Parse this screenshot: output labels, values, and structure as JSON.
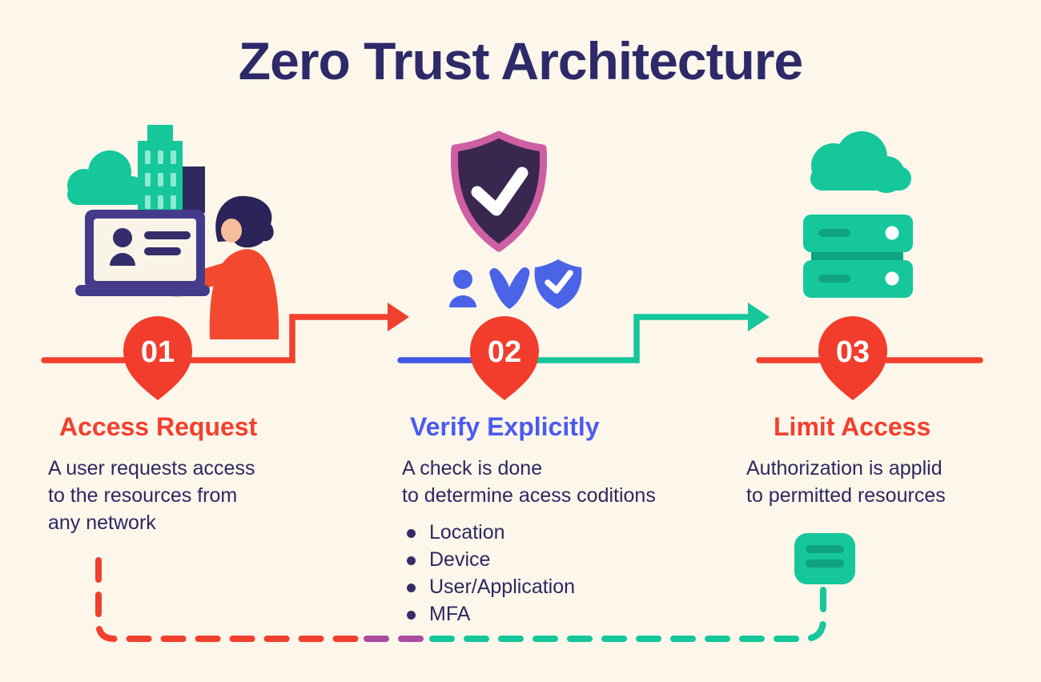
{
  "title": "Zero Trust Architecture",
  "steps": [
    {
      "number": "01",
      "title": "Access Request",
      "title_color": "#F2402E",
      "description_lines": [
        "A user requests access",
        "to the resources from",
        "any network"
      ]
    },
    {
      "number": "02",
      "title": "Verify Explicitly",
      "title_color": "#4A5BEE",
      "description_lines": [
        "A check is done",
        "to determine acess coditions"
      ],
      "bullets": [
        "Location",
        "Device",
        "User/Application",
        "MFA"
      ]
    },
    {
      "number": "03",
      "title": "Limit Access",
      "title_color": "#F2402E",
      "description_lines": [
        "Authorization is applid",
        "to permitted resources"
      ]
    }
  ],
  "icons": {
    "step1": [
      "cloud-icon",
      "building-icon",
      "laptop-icon",
      "id-card-icon",
      "person-illustration"
    ],
    "step2": [
      "shield-check-icon",
      "user-icon",
      "v-badge-icon",
      "shield-verified-icon"
    ],
    "step3": [
      "cloud-icon",
      "server-icon",
      "resource-box-icon"
    ],
    "connectors": [
      "step-arrow-red",
      "step-arrow-teal",
      "feedback-dashed-loop"
    ]
  },
  "colors": {
    "background": "#FCF6EB",
    "title_navy": "#2E2968",
    "body_navy": "#2D2960",
    "red": "#F2402E",
    "pin_red": "#F23D2C",
    "blue": "#4A5BEE",
    "teal": "#15C79B",
    "teal_dark": "#0FA382",
    "purple_dash": "#AA4CA0",
    "shield_purple": "#3A2750",
    "shield_pink": "#CE5FA2",
    "illustration_navy": "#453B8B",
    "skin": "#F5BD9A",
    "screen_cream": "#FAF3E7"
  }
}
